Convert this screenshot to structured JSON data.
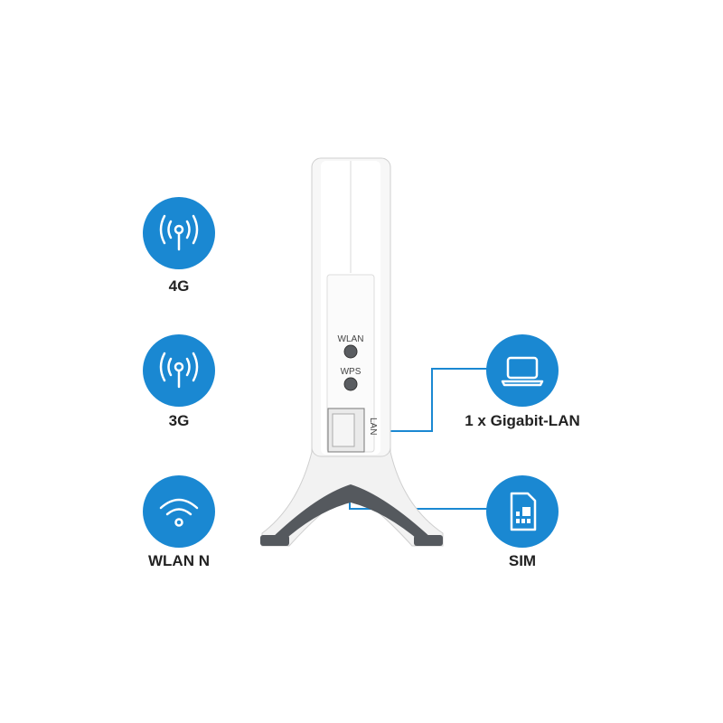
{
  "features": [
    {
      "label": "4G",
      "icon": "antenna-signal-icon"
    },
    {
      "label": "3G",
      "icon": "antenna-signal-icon"
    },
    {
      "label": "WLAN N",
      "icon": "wifi-icon"
    }
  ],
  "ports": [
    {
      "label": "1 x Gigabit-LAN",
      "icon": "laptop-icon"
    },
    {
      "label": "SIM",
      "icon": "sim-card-icon"
    }
  ],
  "device": {
    "wlan_button": "WLAN",
    "wps_button": "WPS",
    "lan_port": "LAN"
  },
  "colors": {
    "accent": "#1a88d2",
    "line": "#1a88d2",
    "text": "#222222"
  }
}
